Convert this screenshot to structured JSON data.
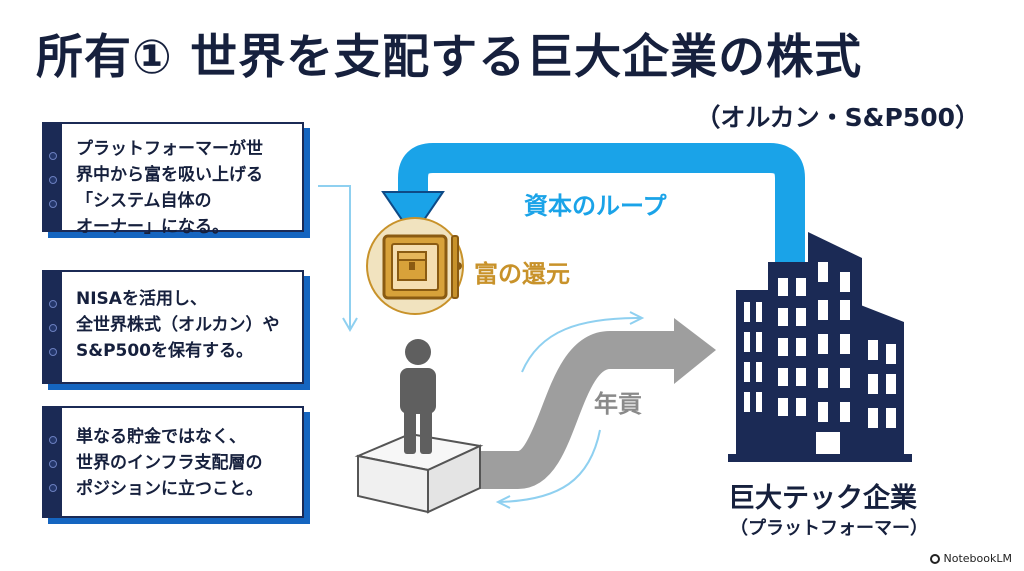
{
  "title": "所有① 世界を支配する巨大企業の株式",
  "subtitle": "（オルカン・S&P500）",
  "cards": [
    {
      "text": "プラットフォーマーが世\n界中から富を吸い上げる\n「システム自体の\nオーナー」になる。"
    },
    {
      "text": "NISAを活用し、\n全世界株式（オルカン）や\nS&P500を保有する。"
    },
    {
      "text": "単なる貯金ではなく、\n世界のインフラ支配層の\nポジションに立つこと。"
    }
  ],
  "diagram": {
    "loop_label": "資本のループ",
    "return_label": "富の還元",
    "tribute_label": "年貢",
    "company_label": "巨大テック企業",
    "company_sublabel": "（プラットフォーマー）"
  },
  "colors": {
    "navy": "#1b2a55",
    "accent_blue": "#1aa3e8",
    "gold": "#c8922a",
    "gray_arrow": "#9e9e9e",
    "card_shadow": "#1565c0"
  },
  "icons": [
    "treasure-safe-icon",
    "person-icon",
    "pedestal-icon",
    "skyscraper-icon"
  ],
  "footer": "NotebookLM"
}
